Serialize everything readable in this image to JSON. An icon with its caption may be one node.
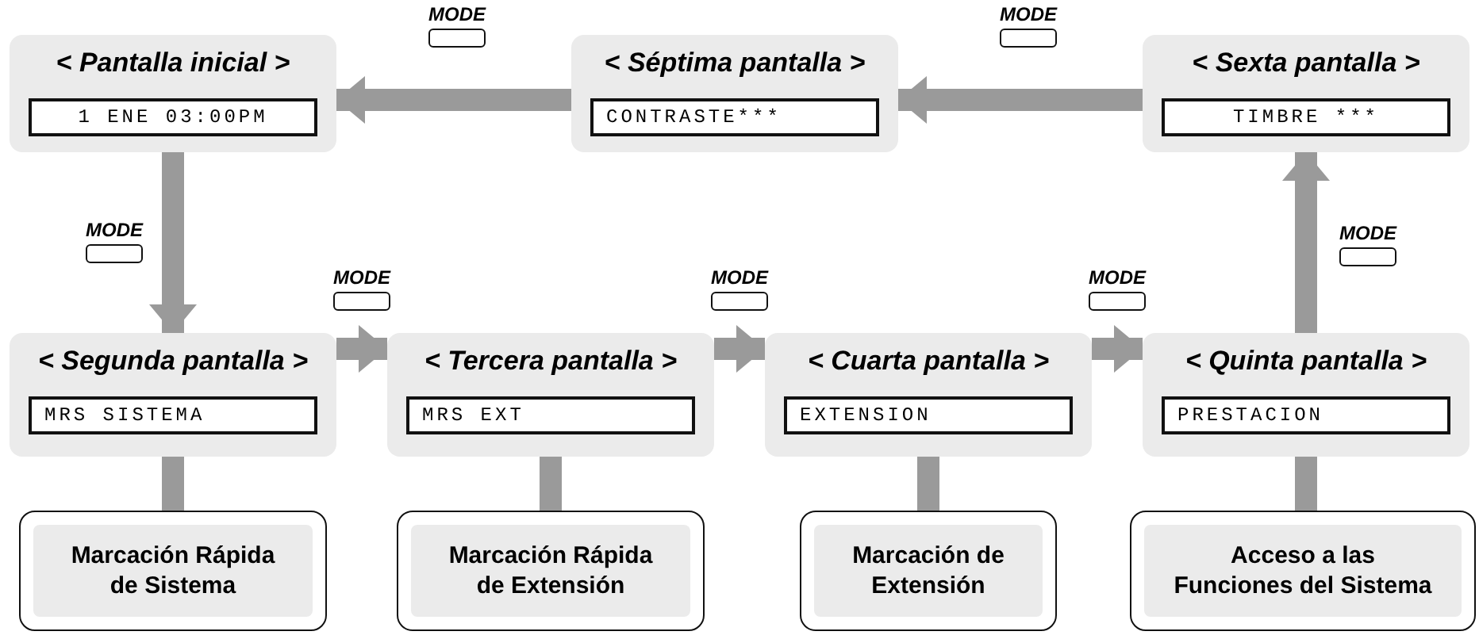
{
  "diagram": {
    "nodes": [
      {
        "text": [
          "< Pantalla inicial >",
          "1 ENE 03:00PM"
        ]
      },
      {
        "text": [
          "< Séptima pantalla >",
          "CONTRASTE***"
        ]
      },
      {
        "text": [
          "< Sexta pantalla >",
          "TIMBRE ***"
        ]
      },
      {
        "text": [
          "< Segunda pantalla >",
          "MRS SISTEMA"
        ]
      },
      {
        "text": [
          "< Tercera pantalla >",
          "MRS EXT"
        ]
      },
      {
        "text": [
          "< Cuarta pantalla >",
          "EXTENSION"
        ]
      },
      {
        "text": [
          "< Quinta pantalla >",
          "PRESTACION"
        ]
      },
      {
        "text": [
          "Marcación Rápida de Sistema"
        ]
      },
      {
        "text": [
          "Marcación Rápida de Extensión"
        ]
      },
      {
        "text": [
          "Marcación de Extensión"
        ]
      },
      {
        "text": [
          "Acceso a las Funciones del Sistema"
        ]
      }
    ],
    "edges": [
      {
        "from": 1,
        "to": 0,
        "arrow": "to",
        "label": "MODE"
      },
      {
        "from": 2,
        "to": 1,
        "arrow": "to",
        "label": "MODE"
      },
      {
        "from": 0,
        "to": 3,
        "arrow": "to",
        "label": "MODE"
      },
      {
        "from": 3,
        "to": 4,
        "arrow": "to",
        "label": "MODE"
      },
      {
        "from": 4,
        "to": 5,
        "arrow": "to",
        "label": "MODE"
      },
      {
        "from": 5,
        "to": 6,
        "arrow": "to",
        "label": "MODE"
      },
      {
        "from": 6,
        "to": 2,
        "arrow": "to",
        "label": "MODE"
      },
      {
        "from": 3,
        "to": 7,
        "arrow": "none"
      },
      {
        "from": 4,
        "to": 8,
        "arrow": "none"
      },
      {
        "from": 5,
        "to": 9,
        "arrow": "none"
      },
      {
        "from": 6,
        "to": 10,
        "arrow": "none"
      }
    ]
  }
}
